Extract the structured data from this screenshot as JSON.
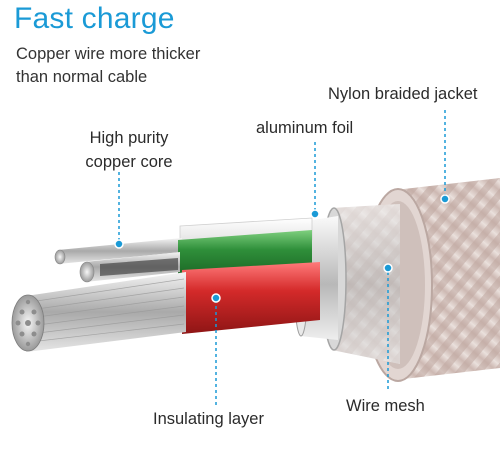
{
  "header": {
    "title": "Fast charge",
    "subtitle_line1": "Copper wire more thicker",
    "subtitle_line2": "than normal cable"
  },
  "callouts": {
    "core_line1": "High purity",
    "core_line2": "copper core",
    "foil": "aluminum foil",
    "jacket": "Nylon braided jacket",
    "insulating": "Insulating layer",
    "mesh": "Wire mesh"
  },
  "colors": {
    "accent": "#1a9ad6",
    "green_insulation": "#2f8f3a",
    "red_insulation": "#d42a2a",
    "copper": "#c9c9c9",
    "jacket": "#d9c6c0"
  },
  "icons": {
    "callout_marker": "dot-icon",
    "cable": "cable-cross-section-illustration"
  }
}
